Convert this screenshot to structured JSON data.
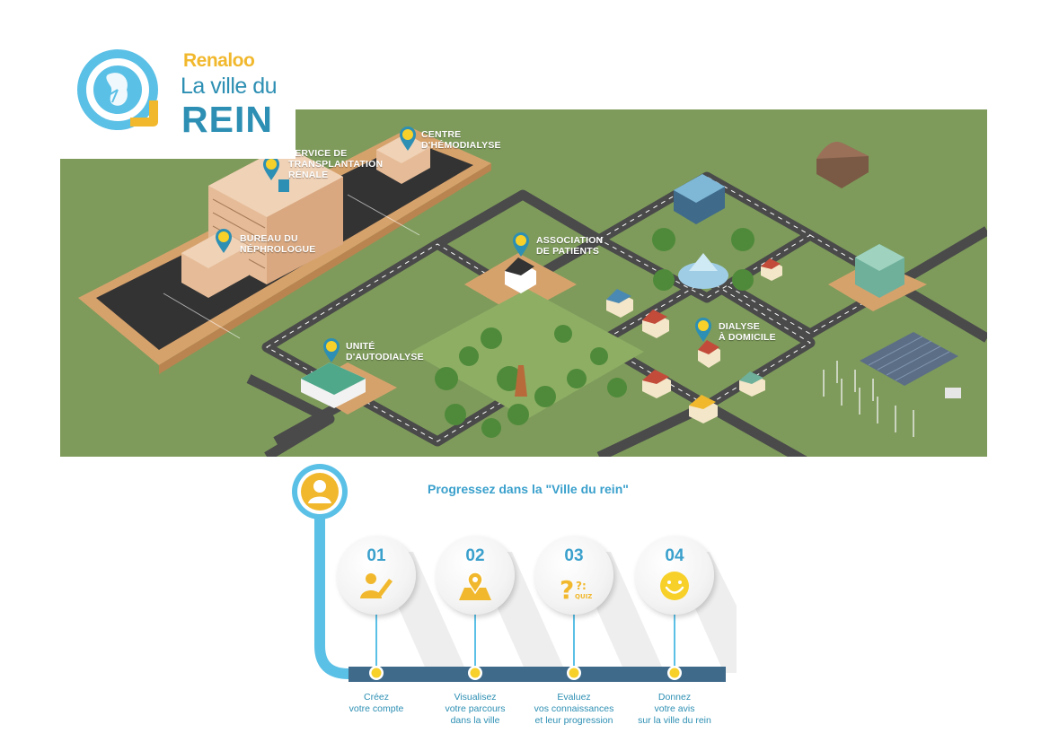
{
  "logo": {
    "brand": "Renaloo",
    "line1": "La ville du",
    "line2": "REIN",
    "colors": {
      "yellow": "#f1b82d",
      "blue": "#2d8fb3",
      "light_blue": "#5bc0e6"
    }
  },
  "map": {
    "background": "#7e9b5b",
    "locations": [
      {
        "id": "transplantation",
        "label": "SERVICE DE\nTRANSPLANTATION\nRÉNALE"
      },
      {
        "id": "hemodialyse",
        "label": "CENTRE\nD'HÉMODIALYSE"
      },
      {
        "id": "nephrologue",
        "label": "BUREAU DU\nNÉPHROLOGUE"
      },
      {
        "id": "association",
        "label": "ASSOCIATION\nDE PATIENTS"
      },
      {
        "id": "autodialyse",
        "label": "UNITÉ\nD'AUTODIALYSE"
      },
      {
        "id": "domicile",
        "label": "DIALYSE\nÀ DOMICILE"
      }
    ]
  },
  "progress": {
    "title": "Progressez dans la \"Ville du rein\"",
    "user_icon": "user-avatar-icon",
    "steps": [
      {
        "number": "01",
        "icon": "person-pencil-icon",
        "label": "Créez\nvotre compte"
      },
      {
        "number": "02",
        "icon": "map-pin-icon",
        "label": "Visualisez\nvotre parcours\ndans la ville"
      },
      {
        "number": "03",
        "icon": "quiz-icon",
        "label": "Evaluez\nvos connaissances\net leur progression"
      },
      {
        "number": "04",
        "icon": "smiley-icon",
        "label": "Donnez\nvotre avis\nsur la ville du rein"
      }
    ],
    "colors": {
      "track": "#3f6a8a",
      "accent": "#5bc0e6",
      "dot": "#f7d12a"
    }
  }
}
